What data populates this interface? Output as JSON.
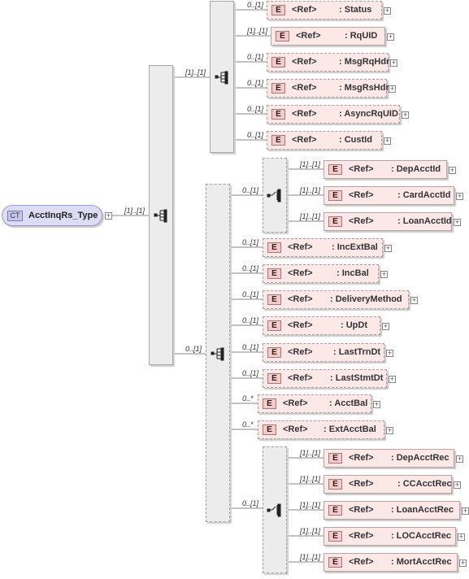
{
  "root": {
    "tag": "CT",
    "name": "AcctInqRs_Type"
  },
  "ref_label": "<Ref>",
  "element_badge": "E",
  "plus": "+",
  "cardinalities": {
    "root_to_seq": "[1]..[1]",
    "seq_top": "[1]..[1]",
    "seq_bottom": "0..[1]",
    "choice_acct": "0..[1]",
    "choice_rec": "0..[1]"
  },
  "elements": [
    {
      "name": "Status",
      "card": "0..[1]"
    },
    {
      "name": "RqUID",
      "card": "[1]..[1]"
    },
    {
      "name": "MsgRqHdr",
      "card": "0..[1]"
    },
    {
      "name": "MsgRsHdr",
      "card": "0..[1]"
    },
    {
      "name": "AsyncRqUID",
      "card": "0..[1]"
    },
    {
      "name": "CustId",
      "card": "0..[1]"
    },
    {
      "name": "DepAcctId",
      "card": "[1]..[1]"
    },
    {
      "name": "CardAcctId",
      "card": "[1]..[1]"
    },
    {
      "name": "LoanAcctId",
      "card": "[1]..[1]"
    },
    {
      "name": "IncExtBal",
      "card": "0..[1]"
    },
    {
      "name": "IncBal",
      "card": "0..[1]"
    },
    {
      "name": "DeliveryMethod",
      "card": "0..[1]"
    },
    {
      "name": "UpDt",
      "card": "0..[1]"
    },
    {
      "name": "LastTrnDt",
      "card": "0..[1]"
    },
    {
      "name": "LastStmtDt",
      "card": "0..[1]"
    },
    {
      "name": "AcctBal",
      "card": "0..*"
    },
    {
      "name": "ExtAcctBal",
      "card": "0..*"
    },
    {
      "name": "DepAcctRec",
      "card": "[1]..[1]"
    },
    {
      "name": "CCAcctRec",
      "card": "[1]..[1]"
    },
    {
      "name": "LoanAcctRec",
      "card": "[1]..[1]"
    },
    {
      "name": "LOCAcctRec",
      "card": "[1]..[1]"
    },
    {
      "name": "MortAcctRec",
      "card": "[1]..[1]"
    }
  ]
}
